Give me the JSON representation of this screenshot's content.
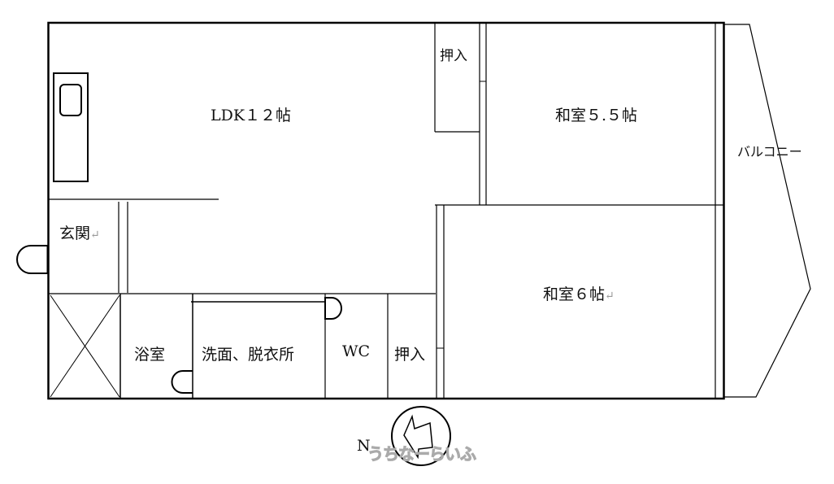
{
  "rooms": {
    "ldk": "LDK１２帖",
    "washitsu_55": "和室５.５帖",
    "washitsu_6": "和室６帖",
    "genkan": "玄関",
    "oshiire_top": "押入",
    "oshiire_bottom": "押入",
    "bath": "浴室",
    "washroom": "洗面、脱衣所",
    "wc": "WC",
    "balcony": "バルコニー"
  },
  "return_mark": "↵",
  "compass": {
    "label": "N"
  },
  "watermark": "うちなーらいふ"
}
